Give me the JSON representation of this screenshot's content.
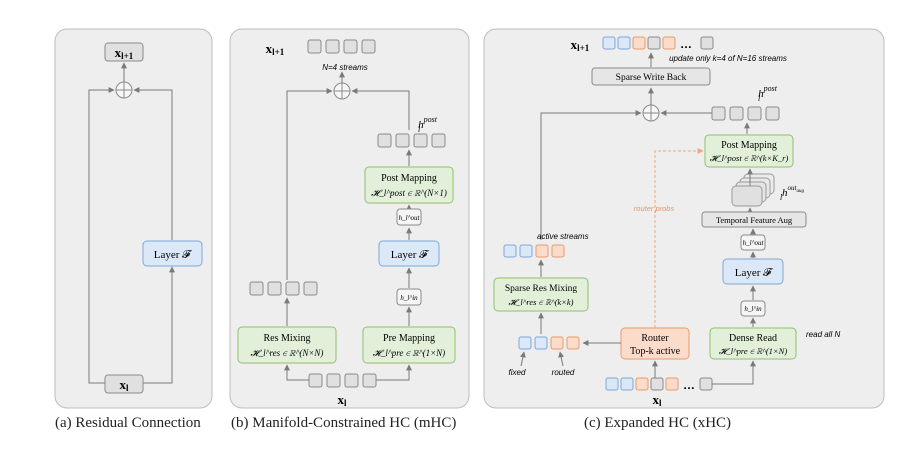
{
  "colors": {
    "panel_bg": "#eeeeee",
    "panel_border": "#bdbdbd",
    "green_fill": "#e2f0d9",
    "green_border": "#8fbf6e",
    "blue_fill": "#dbe8f7",
    "blue_border": "#7ea6d8",
    "orange_fill": "#fbdccb",
    "orange_border": "#e89a6a",
    "gray_box_fill": "#e0e0e0",
    "gray_box_border": "#8a8a8a",
    "arrow": "#7a7a7a",
    "dashed_orange": "#f0a875"
  },
  "panel_a": {
    "caption": "(a) Residual Connection",
    "top_var": "x_{l+1}",
    "bottom_var": "x_l",
    "layer_label": "Layer 𝓕"
  },
  "panel_b": {
    "caption": "(b) Manifold-Constrained HC (mHC)",
    "top_var": "x_{l+1}",
    "bottom_var": "x_l",
    "streams_note": "N=4 streams",
    "post_var": "h_l^post",
    "post_mapping": "Post Mapping",
    "post_formula": "𝓗_l^post ∈ ℝ^(N×1)",
    "hout": "h_l^out",
    "layer_label": "Layer 𝓕",
    "hin": "h_l^in",
    "res_mixing": "Res Mixing",
    "res_formula": "𝓗_l^res ∈ ℝ^(N×N)",
    "pre_mapping": "Pre Mapping",
    "pre_formula": "𝓗_l^pre ∈ ℝ^(1×N)"
  },
  "panel_c": {
    "caption": "(c) Expanded HC (xHC)",
    "top_var": "x_{l+1}",
    "bottom_var": "x_l",
    "ellipsis": "…",
    "update_note": "update only k=4 of N=16 streams",
    "sparse_write": "Sparse Write Back",
    "post_var": "h_l^post",
    "post_mapping": "Post Mapping",
    "post_formula": "𝓗_l^post ∈ ℝ^(k×K_r)",
    "hout_aug": "h_l^out_aug",
    "temporal": "Temporal Feature Aug",
    "router_probs": "router probs",
    "hout": "h_l^out",
    "layer_label": "Layer 𝓕",
    "hin": "h_l^in",
    "active_streams": "active streams",
    "sparse_res": "Sparse Res Mixing",
    "sparse_res_formula": "𝓗_l^res ∈ ℝ^(k×k)",
    "router_line1": "Router",
    "router_line2": "Top-k active",
    "dense_read": "Dense Read",
    "dense_formula": "𝓗_l^pre ∈ ℝ^(1×N)",
    "read_all": "read all N",
    "fixed": "fixed",
    "routed": "routed"
  }
}
